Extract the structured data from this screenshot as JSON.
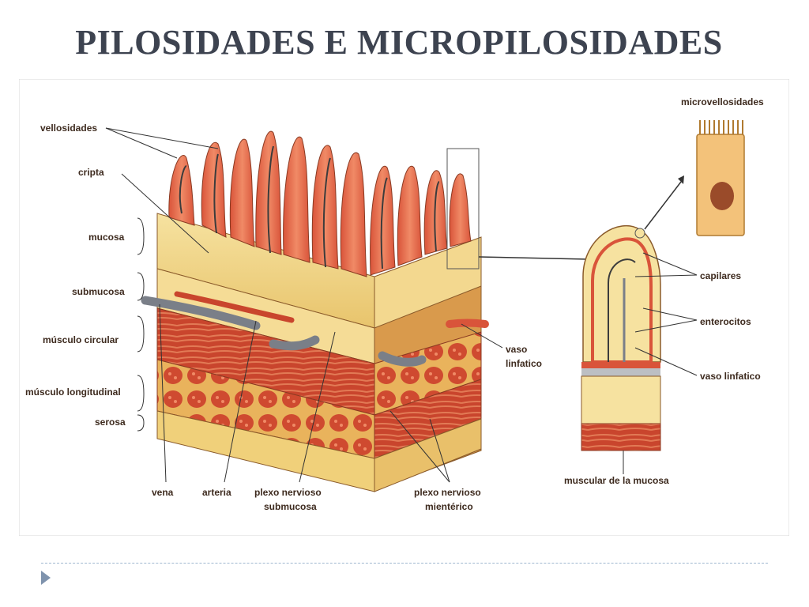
{
  "slide": {
    "title": "PILOSIDADES E MICROPILOSIDADES"
  },
  "diagram": {
    "labels": {
      "vellosidades": "vellosidades",
      "cripta": "cripta",
      "mucosa": "mucosa",
      "submucosa": "submucosa",
      "musculo_circular": "músculo circular",
      "musculo_longitudinal": "músculo longitudinal",
      "serosa": "serosa",
      "vena": "vena",
      "arteria": "arteria",
      "plexo_submucosa_1": "plexo nervioso",
      "plexo_submucosa_2": "submucosa",
      "plexo_mienterico_1": "plexo nervioso",
      "plexo_mienterico_2": "mientérico",
      "vaso_linfatico_1": "vaso",
      "vaso_linfatico_2": "linfatico",
      "microvellosidades": "microvellosidades",
      "capilares": "capilares",
      "enterocitos": "enterocitos",
      "vaso_linfatico_villus": "vaso linfatico",
      "muscular_mucosa": "muscular de la mucosa"
    },
    "colors": {
      "villus": "#e8694a",
      "villus_light": "#f09a74",
      "tissue": "#f2d78a",
      "tissue_dark": "#e0b95c",
      "muscle": "#c8402a",
      "muscle_light": "#e27a55",
      "vein": "#7a7f88",
      "cell": "#f3c27a",
      "nucleus": "#9a4b2a",
      "label": "#3d2a1e"
    }
  }
}
